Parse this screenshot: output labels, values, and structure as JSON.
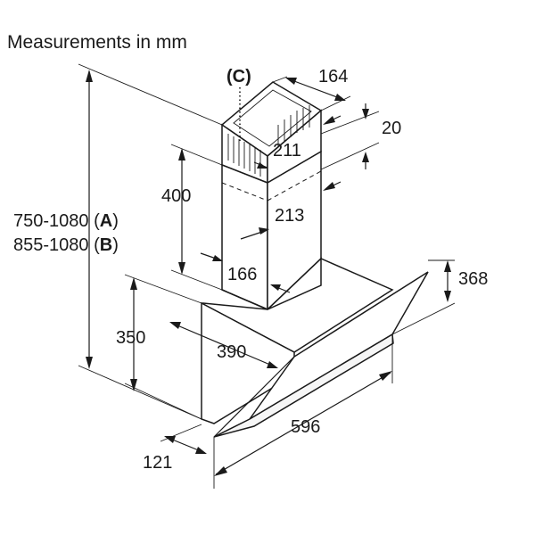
{
  "title": "Measurements in mm",
  "callout": "(C)",
  "dimensions": {
    "chimney_depth": "164",
    "chimney_top_width": "211",
    "offset": "20",
    "telescope_length": "400",
    "chimney_width": "213",
    "chimney_lower_depth": "166",
    "total_height_a": "750-1080",
    "total_height_b": "855-1080",
    "variant_a": "A",
    "variant_b": "B",
    "glass_height": "368",
    "hood_height": "350",
    "hood_depth": "390",
    "hood_width": "596",
    "bottom_depth": "121"
  }
}
